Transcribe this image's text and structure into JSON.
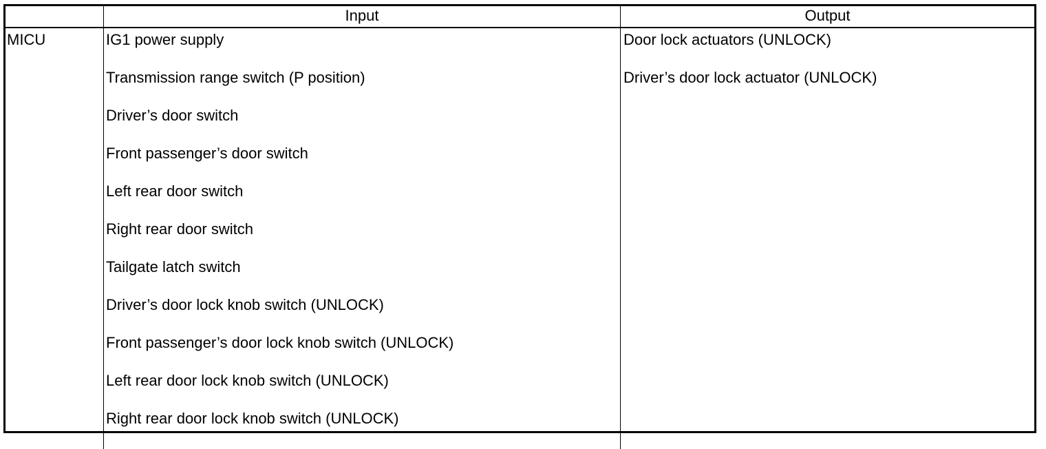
{
  "table": {
    "header": {
      "corner": "",
      "input": "Input",
      "output": "Output"
    },
    "row": {
      "unit": "MICU",
      "inputs": [
        "IG1 power supply",
        "Transmission range switch (P position)",
        "Driver’s door switch",
        "Front passenger’s door switch",
        "Left rear door switch",
        "Right rear door switch",
        "Tailgate latch switch",
        "Driver’s door lock knob switch (UNLOCK)",
        "Front passenger’s door lock knob switch (UNLOCK)",
        "Left rear door lock knob switch (UNLOCK)",
        "Right rear door lock knob switch (UNLOCK)"
      ],
      "outputs": [
        "Door lock actuators (UNLOCK)",
        "Driver’s door lock actuator (UNLOCK)"
      ]
    }
  }
}
